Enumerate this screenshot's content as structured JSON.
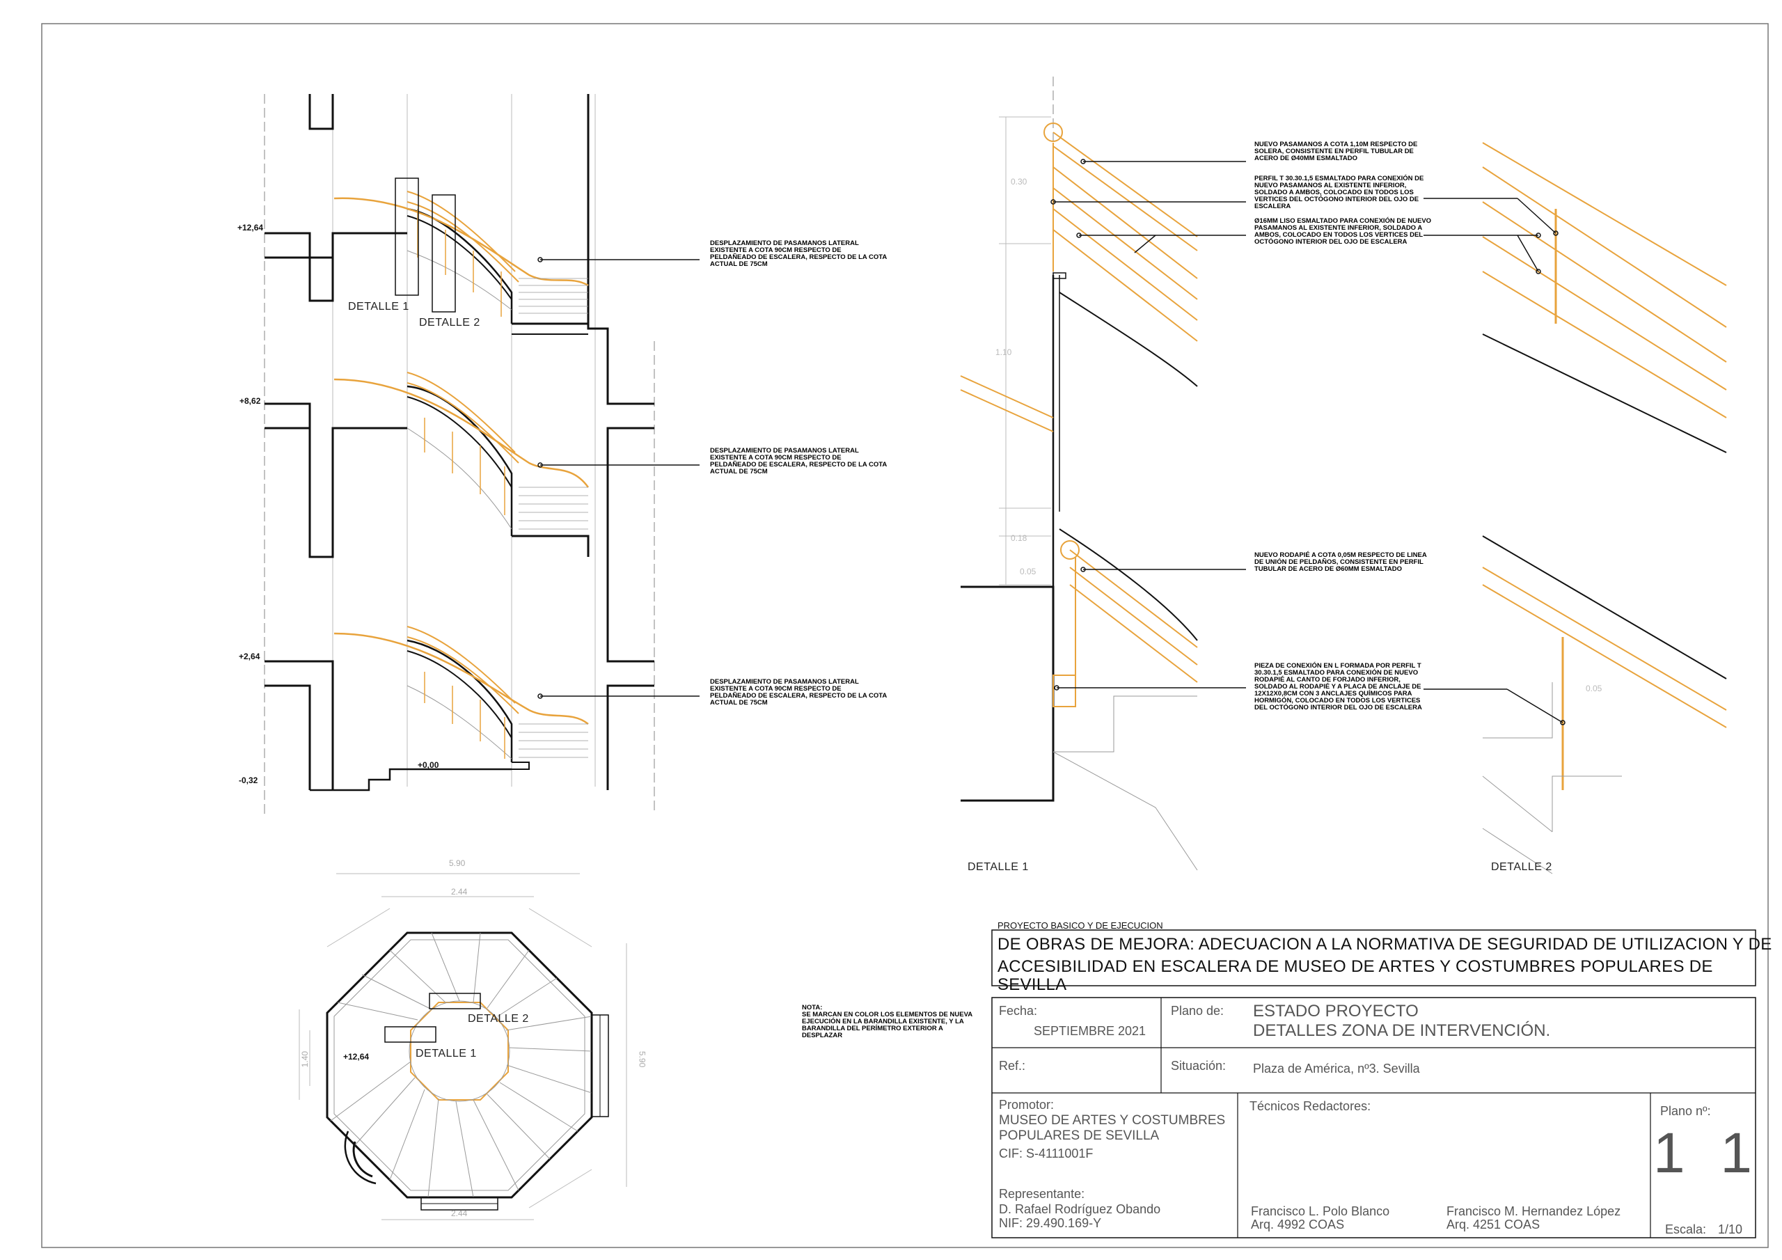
{
  "colors": {
    "accent": "#E8A33C",
    "line": "#111111",
    "grey": "#b5b5b5",
    "text_grey": "#555555"
  },
  "section": {
    "levels": [
      "+12,64",
      "+8,62",
      "+2,64",
      "+0,00",
      "-0,32"
    ],
    "annotation": "DESPLAZAMIENTO DE PASAMANOS LATERAL\nEXISTENTE A COTA 90CM RESPECTO DE\nPELDAÑEADO DE ESCALERA, RESPECTO DE LA COTA\nACTUAL DE 75CM",
    "detail1": "DETALLE 1",
    "detail2": "DETALLE 2"
  },
  "plan": {
    "level": "+12,64",
    "detail1": "DETALLE 1",
    "detail2": "DETALLE 2",
    "dims": {
      "overall": "5.90",
      "side": "2.44",
      "small": "1.40",
      "right": "5.90"
    }
  },
  "note": "NOTA:\nSE MARCAN EN COLOR LOS ELEMENTOS DE NUEVA\nEJECUCIÓN EN LA BARANDILLA EXISTENTE, Y LA\nBARANDILLA DEL PERÍMETRO EXTERIOR A DESPLAZAR",
  "detail_view": {
    "dims": [
      "0.30",
      "1.10",
      "0.18",
      "0.05",
      "0.05"
    ],
    "notes": [
      "NUEVO PASAMANOS A COTA 1,10M RESPECTO DE\nSOLERA, CONSISTENTE EN PERFIL TUBULAR DE\nACERO DE Ø40MM ESMALTADO",
      "PERFIL T 30.30.1,5 ESMALTADO PARA CONEXIÓN DE\nNUEVO PASAMANOS AL EXISTENTE INFERIOR,\nSOLDADO A AMBOS, COLOCADO EN TODOS LOS\nVERTICES DEL OCTÓGONO INTERIOR DEL OJO DE\nESCALERA",
      "Ø16MM LISO ESMALTADO PARA CONEXIÓN DE NUEVO\nPASAMANOS AL EXISTENTE INFERIOR, SOLDADO A\nAMBOS, COLOCADO EN TODOS LOS VERTICES DEL\nOCTÓGONO INTERIOR DEL OJO DE ESCALERA",
      "NUEVO RODAPIÉ A COTA 0,05M RESPECTO DE LINEA\nDE UNIÓN DE PELDAÑOS, CONSISTENTE EN PERFIL\nTUBULAR DE ACERO DE Ø60MM ESMALTADO",
      "PIEZA DE CONEXIÓN EN L FORMADA POR PERFIL T\n30.30.1,5 ESMALTADO PARA CONEXIÓN DE NUEVO\nRODAPIÉ AL CANTO DE FORJADO INFERIOR,\nSOLDADO AL RODAPIÉ Y A PLACA DE ANCLAJE DE\n12X12X0,8CM CON 3 ANCLAJES QUÍMICOS PARA\nHORMIGÓN, COLOCADO EN TODOS LOS VERTICES\nDEL OCTÓGONO INTERIOR DEL OJO DE ESCALERA"
    ],
    "detail1": "DETALLE 1",
    "detail2": "DETALLE 2"
  },
  "title_block": {
    "project_kind": "PROYECTO BASICO Y DE EJECUCION",
    "title_line1": "DE OBRAS DE MEJORA: ADECUACION A LA NORMATIVA DE SEGURIDAD DE UTILIZACION Y DE",
    "title_line2": "ACCESIBILIDAD EN ESCALERA DE MUSEO DE ARTES Y COSTUMBRES POPULARES DE SEVILLA",
    "fecha_label": "Fecha:",
    "fecha": "SEPTIEMBRE 2021",
    "plano_de_label": "Plano de:",
    "plano_de_line1": "ESTADO PROYECTO",
    "plano_de_line2": "DETALLES ZONA DE INTERVENCIÓN.",
    "ref_label": "Ref.:",
    "situacion_label": "Situación:",
    "situacion": "Plaza de América, nº3. Sevilla",
    "promotor_label": "Promotor:",
    "promotor_line1": "MUSEO DE ARTES Y COSTUMBRES",
    "promotor_line2": "POPULARES DE SEVILLA",
    "cif": "CIF:  S-4111001F",
    "representante_label": "Representante:",
    "representante_name": "D. Rafael Rodríguez Obando",
    "representante_nif": "NIF: 29.490.169-Y",
    "tecnicos_label": "Técnicos Redactores:",
    "tecnico1_name": "Francisco L. Polo Blanco",
    "tecnico1_arq": "Arq. 4992 COAS",
    "tecnico2_name": "Francisco M. Hernandez López",
    "tecnico2_arq": "Arq. 4251 COAS",
    "plano_no_label": "Plano nº:",
    "plano_no": "1 1",
    "escala_label": "Escala:",
    "escala": "1/10"
  }
}
